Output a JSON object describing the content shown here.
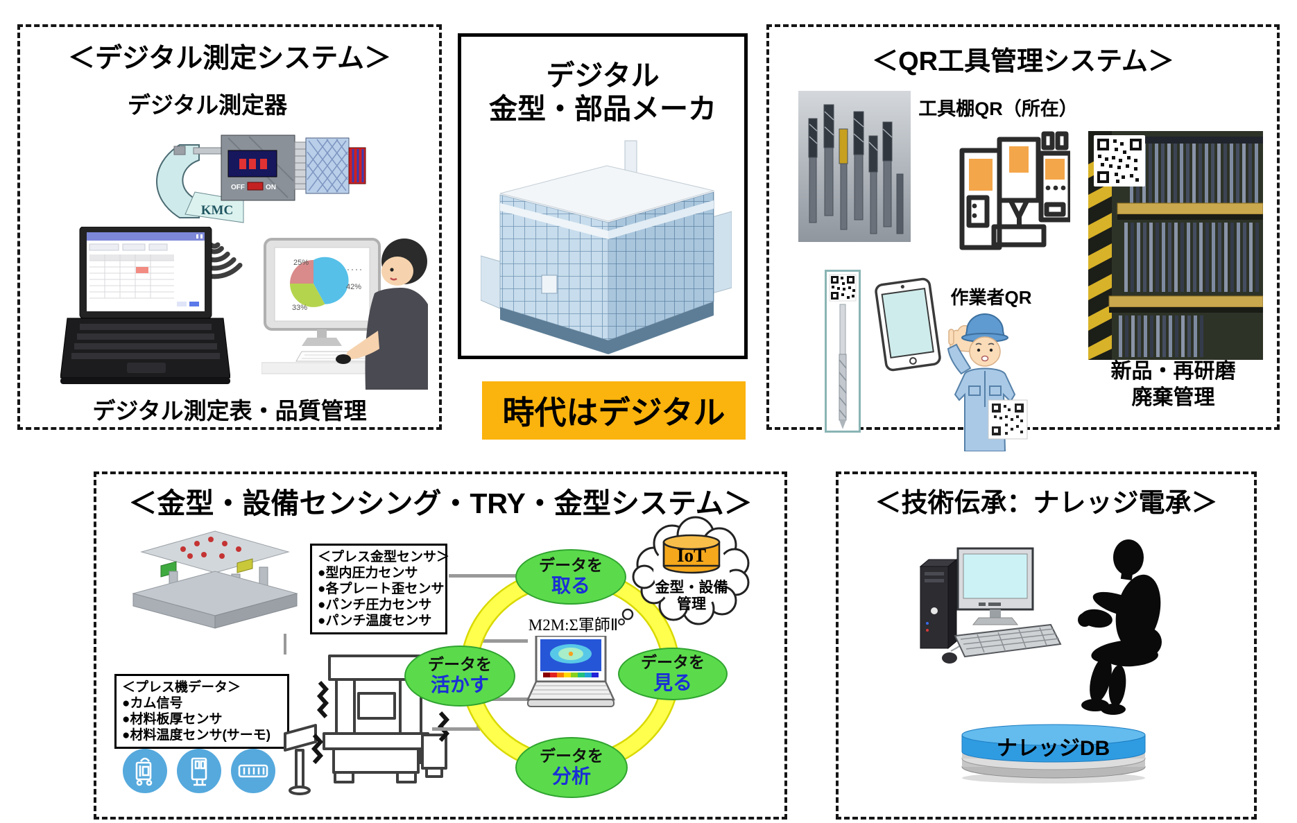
{
  "colors": {
    "banner_orange": "#fbb30d",
    "cycle_green": "#5bdb4b",
    "cycle_green_border": "#2fa32f",
    "cycle_blue_text": "#1a2fd6",
    "ring_yellow": "#ffff42",
    "iot_orange": "#f5a81c",
    "icon_blue": "#55a9dd",
    "db_blue": "#2f9ce2"
  },
  "measure": {
    "title": "＜デジタル測定システム＞",
    "device_label": "デジタル測定器",
    "kmc": "KMC",
    "mic_off": "OFF",
    "mic_on": "ON",
    "pie": {
      "p1": "25%",
      "p2": "42%",
      "p3": "33%"
    },
    "caption": "デジタル測定表・品質管理"
  },
  "center": {
    "title_line1": "デジタル",
    "title_line2": "金型・部品メーカ",
    "banner": "時代はデジタル"
  },
  "qr": {
    "title": "＜QR工具管理システム＞",
    "shelf_qr_label": "工具棚QR（所在）",
    "worker_qr_label": "作業者QR",
    "caption_line1": "新品・再研磨",
    "caption_line2": "廃棄管理"
  },
  "sensing": {
    "title": "＜金型・設備センシング・TRY・金型システム＞",
    "mold_box": {
      "title": "＜プレス金型センサ＞",
      "items": [
        "●型内圧力センサ",
        "●各プレート歪センサ",
        "●パンチ圧力センサ",
        "●パンチ温度センサ"
      ]
    },
    "press_box": {
      "title": "＜プレス機データ＞",
      "items": [
        "●カム信号",
        "●材料板厚センサ",
        "●材料温度センサ(サーモ)"
      ]
    },
    "m2m_label": "M2M:Σ軍師Ⅱ",
    "iot_label": "IoT",
    "cloud_line1": "金型・設備",
    "cloud_line2": "管理",
    "cycle": {
      "take": {
        "line1": "データを",
        "line2": "取る"
      },
      "see": {
        "line1": "データを",
        "line2": "見る"
      },
      "analyze": {
        "line1": "データを",
        "line2": "分析"
      },
      "utilize": {
        "line1": "データを",
        "line2": "活かす"
      }
    }
  },
  "knowledge": {
    "title": "＜技術伝承：ナレッジ電承＞",
    "db_label": "ナレッジDB"
  }
}
